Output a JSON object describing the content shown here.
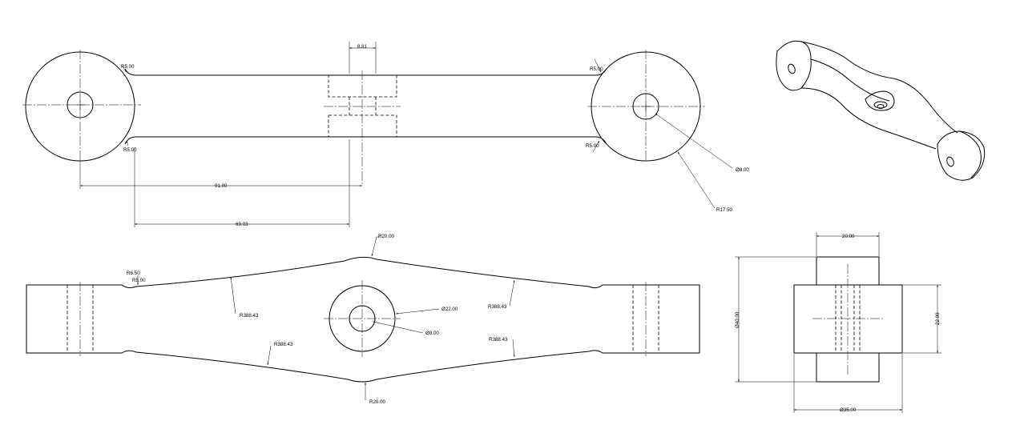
{
  "top_view": {
    "dims": {
      "web_width": "8.81",
      "fillet_top_left": "R5.00",
      "fillet_bottom_left": "R5.00",
      "fillet_top_right": "R5.00",
      "fillet_bottom_right": "R5.00",
      "center_distance": "91.00",
      "offset_distance": "69.03",
      "hole_diameter": "Ø8.00",
      "boss_radius": "R17.50"
    }
  },
  "front_view": {
    "dims": {
      "top_arc_radius": "R20.00",
      "bottom_arc_radius": "R20.00",
      "small_radius_a": "R6.50",
      "small_radius_b": "R5.00",
      "sweep_top_left": "R388.43",
      "sweep_top_right": "R388.43",
      "sweep_bottom_left": "R388.43",
      "sweep_bottom_right": "R388.43",
      "hub_diameter": "Ø22.00",
      "hub_hole_diameter": "Ø8.00"
    }
  },
  "side_view": {
    "dims": {
      "hub_width": "20.00",
      "hub_diameter": "Ø40.00",
      "end_thickness": "22.00",
      "end_diameter": "Ø35.00"
    }
  }
}
